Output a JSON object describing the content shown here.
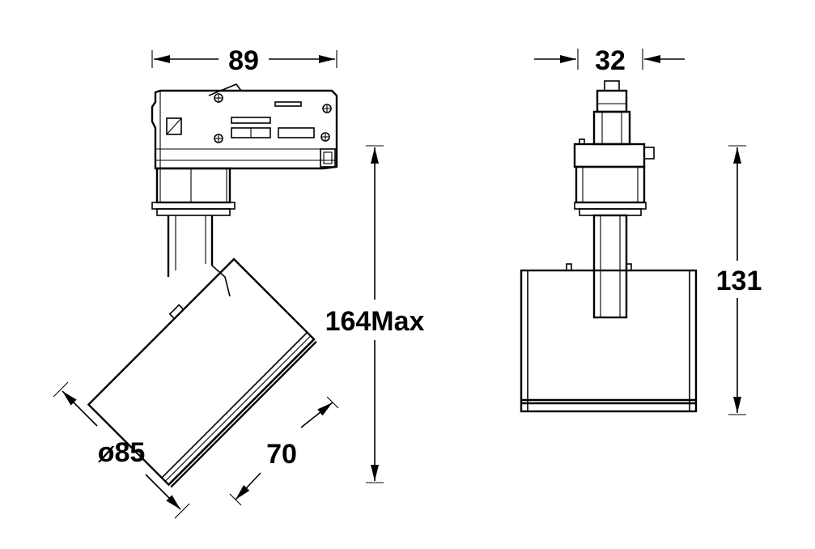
{
  "dimensions": {
    "width_front": "89",
    "width_side": "32",
    "height_side": "131",
    "height_max": "164Max",
    "diameter": "ø85",
    "length": "70"
  },
  "colors": {
    "line": "#000000",
    "background": "#ffffff"
  }
}
